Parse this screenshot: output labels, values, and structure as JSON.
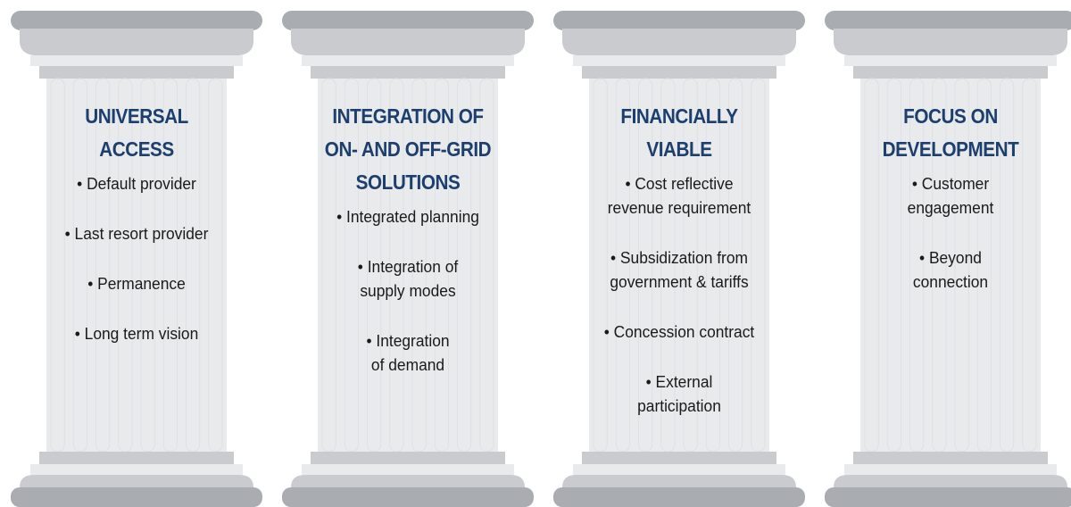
{
  "colors": {
    "title": "#1c3f6e",
    "text": "#1a1a1a",
    "pillar_light": "#e9eaec",
    "pillar_mid": "#c9cbcf",
    "pillar_dark": "#a9acb1"
  },
  "pillars": [
    {
      "title_lines": [
        "UNIVERSAL",
        "ACCESS"
      ],
      "bullets": [
        [
          "• Default provider"
        ],
        [
          "• Last resort provider"
        ],
        [
          "• Permanence"
        ],
        [
          "• Long term vision"
        ]
      ]
    },
    {
      "title_lines": [
        "INTEGRATION OF",
        "ON- AND OFF-GRID",
        "SOLUTIONS"
      ],
      "bullets": [
        [
          "• Integrated planning"
        ],
        [
          "• Integration of",
          "supply modes"
        ],
        [
          "• Integration",
          "of demand"
        ]
      ]
    },
    {
      "title_lines": [
        "FINANCIALLY",
        "VIABLE"
      ],
      "bullets": [
        [
          "• Cost reflective",
          "revenue requirement"
        ],
        [
          "• Subsidization from",
          "government & tariffs"
        ],
        [
          "• Concession contract"
        ],
        [
          "• External",
          "participation"
        ]
      ]
    },
    {
      "title_lines": [
        "FOCUS ON",
        "DEVELOPMENT"
      ],
      "bullets": [
        [
          "• Customer",
          "engagement"
        ],
        [
          "• Beyond",
          "connection"
        ]
      ]
    }
  ]
}
